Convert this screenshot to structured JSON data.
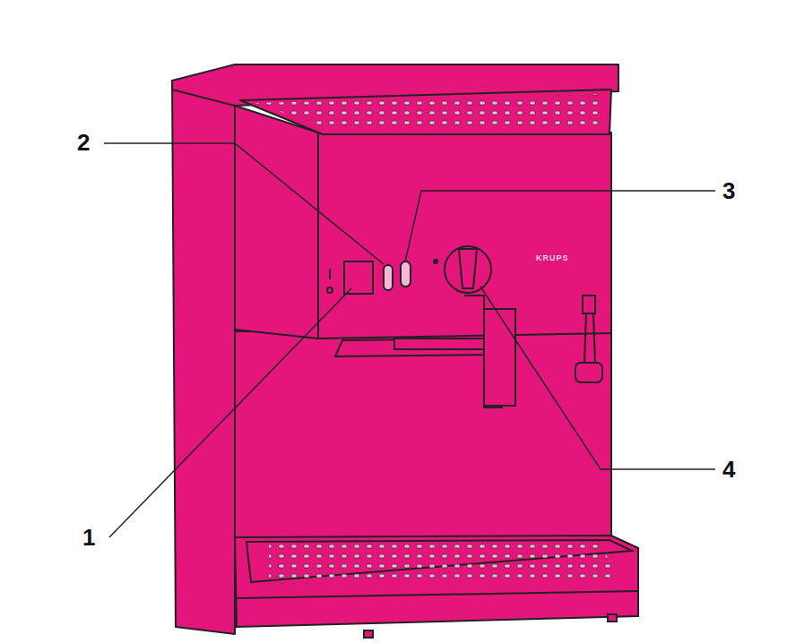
{
  "diagram": {
    "labels": [
      "2",
      "3",
      "KRUPS",
      "4",
      "1"
    ]
  }
}
